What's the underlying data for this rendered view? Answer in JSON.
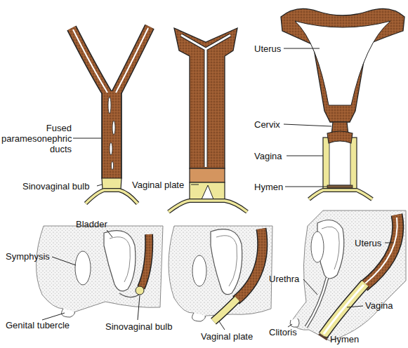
{
  "diagram": {
    "labels": [
      "Fused paramesonephric ducts",
      "Sinovaginal bulb",
      "Vaginal plate",
      "Uterus",
      "Cervix",
      "Vagina",
      "Hymen",
      "Bladder",
      "Symphysis",
      "Genital tubercle",
      "Sinovaginal bulb",
      "Vaginal plate",
      "Uterus",
      "Urethra",
      "Clitoris",
      "Vagina",
      "Hymen"
    ]
  }
}
